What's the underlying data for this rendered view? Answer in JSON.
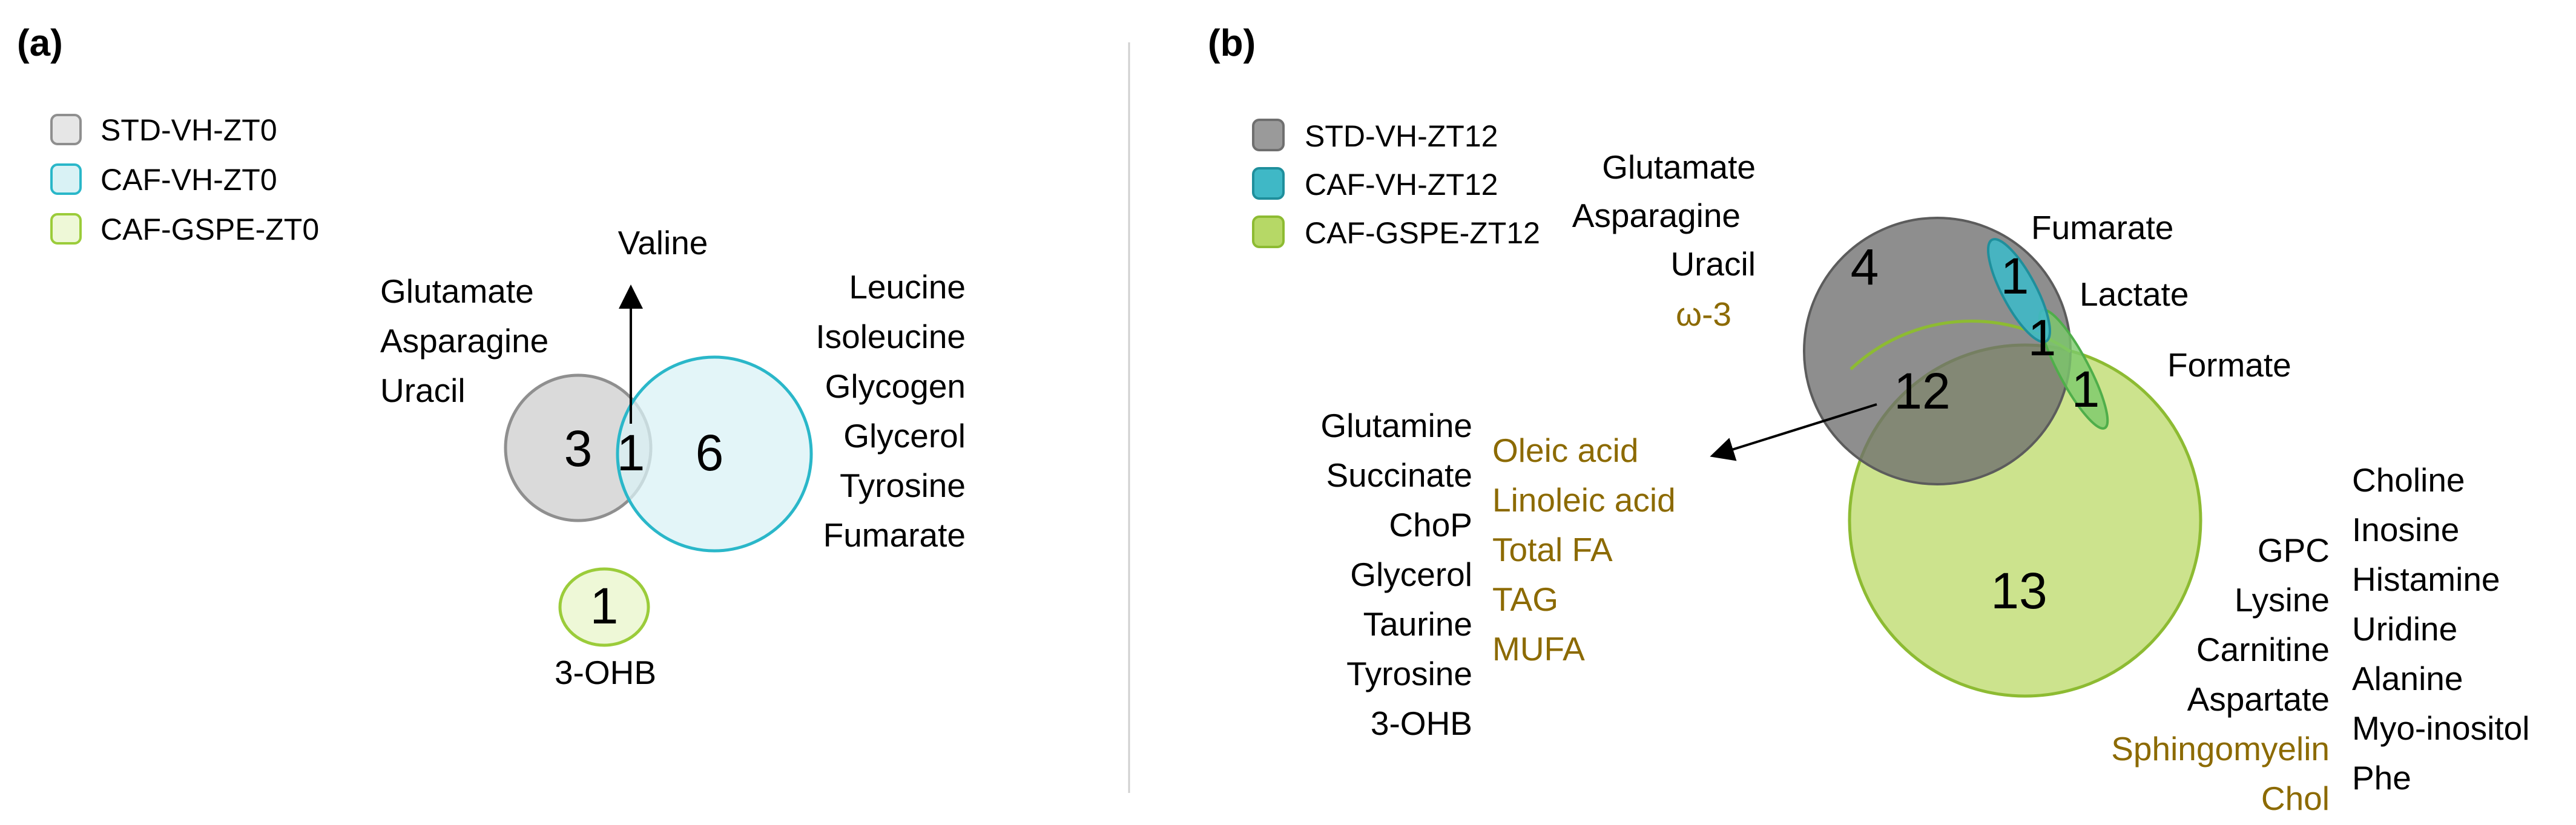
{
  "panel_a": {
    "label": "(a)",
    "legend": [
      {
        "label": "STD-VH-ZT0",
        "fill": "#e6e6e6",
        "stroke": "#8f8f8f"
      },
      {
        "label": "CAF-VH-ZT0",
        "fill": "#d9f2f5",
        "stroke": "#2ab7c9"
      },
      {
        "label": "CAF-GSPE-ZT0",
        "fill": "#eef8d7",
        "stroke": "#9bcc3a"
      }
    ],
    "counts": {
      "std_only": "3",
      "shared": "1",
      "caf_only": "6",
      "gspe_only": "1"
    },
    "shared_label": "Valine",
    "std_only_list": [
      "Glutamate",
      "Asparagine",
      "Uracil"
    ],
    "caf_only_list": [
      "Leucine",
      "Isoleucine",
      "Glycogen",
      "Glycerol",
      "Tyrosine",
      "Fumarate"
    ],
    "gspe_only_list": [
      "3-OHB"
    ]
  },
  "panel_b": {
    "label": "(b)",
    "legend": [
      {
        "label": "STD-VH-ZT12",
        "fill": "#9a9a9a",
        "stroke": "#6f6f6f"
      },
      {
        "label": "CAF-VH-ZT12",
        "fill": "#3fb8c6",
        "stroke": "#1f8f9c"
      },
      {
        "label": "CAF-GSPE-ZT12",
        "fill": "#b6d866",
        "stroke": "#8dbb32"
      }
    ],
    "counts": {
      "std_only": "4",
      "std_caf": "1",
      "caf_only": "1",
      "caf_gspe": "1",
      "std_gspe": "12",
      "gspe_only": "13"
    },
    "std_only_list": [
      "Glutamate",
      "Asparagine",
      "Uracil"
    ],
    "std_only_list_gold": [
      "ω-3"
    ],
    "std_caf_label": "Fumarate",
    "caf_only_label": "Lactate",
    "caf_gspe_label": "Formate",
    "std_gspe_list_black": [
      "Glutamine",
      "Succinate",
      "ChoP",
      "Glycerol",
      "Taurine",
      "Tyrosine",
      "3-OHB"
    ],
    "std_gspe_list_gold": [
      "Oleic acid",
      "Linoleic acid",
      "Total FA",
      "TAG",
      "MUFA"
    ],
    "gspe_only_col1": [
      "GPC",
      "Lysine",
      "Carnitine",
      "Aspartate"
    ],
    "gspe_only_col1_gold": [
      "Sphingomyelin",
      "Chol"
    ],
    "gspe_only_col2": [
      "Choline",
      "Inosine",
      "Histamine",
      "Uridine",
      "Alanine",
      "Myo-inositol",
      "Phe"
    ]
  },
  "colors": {
    "gold_text": "#8c6a00",
    "divider": "#d0d0d0"
  }
}
